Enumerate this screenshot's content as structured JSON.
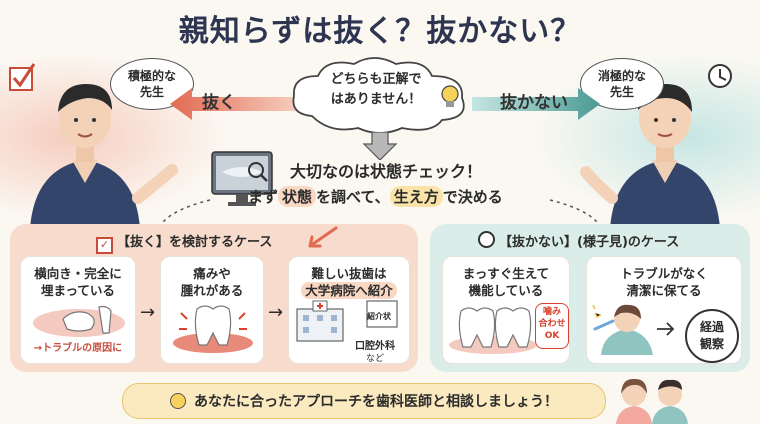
{
  "title": "親知らずは抜く？抜かない？",
  "left_doctor": {
    "speech_line1": "積極的な",
    "speech_line2": "先生",
    "arrow_label": "抜く"
  },
  "right_doctor": {
    "speech_line1": "消極的な",
    "speech_line2": "先生",
    "arrow_label": "抜かない"
  },
  "center_cloud": {
    "line1": "どちらも正解で",
    "line2": "はありません！"
  },
  "check": {
    "heading": "大切なのは状態チェック！",
    "prefix": "まず",
    "word1": "状態",
    "middle": "を調べて、",
    "word2": "生え方",
    "suffix": "で決める"
  },
  "extract_panel": {
    "heading": "【抜く】を検討するケース",
    "cards": [
      {
        "line1": "横向き・完全に",
        "line2": "埋まっている",
        "note": "→トラブルの原因に"
      },
      {
        "line1": "痛みや",
        "line2": "腫れがある"
      },
      {
        "line1": "難しい抜歯は",
        "line2": "大学病院へ紹介",
        "note": "口腔外科",
        "note2": "など",
        "doc_label": "紹介状"
      }
    ]
  },
  "keep_panel": {
    "heading": "【抜かない】(様子見)のケース",
    "cards": [
      {
        "line1": "まっすぐ生えて",
        "line2": "機能している",
        "badge_line1": "噛み",
        "badge_line2": "合わせ",
        "badge_line3": "OK"
      },
      {
        "line1": "トラブルがなく",
        "line2": "清潔に保てる",
        "result_line1": "経過",
        "result_line2": "観察"
      }
    ]
  },
  "footer": {
    "text": "あなたに合ったアプローチを歯科医師と相談しましょう！"
  },
  "colors": {
    "title": "#2d3550",
    "accent_red": "#e26a52",
    "accent_teal": "#4a9a93",
    "scrub": "#33456b"
  }
}
